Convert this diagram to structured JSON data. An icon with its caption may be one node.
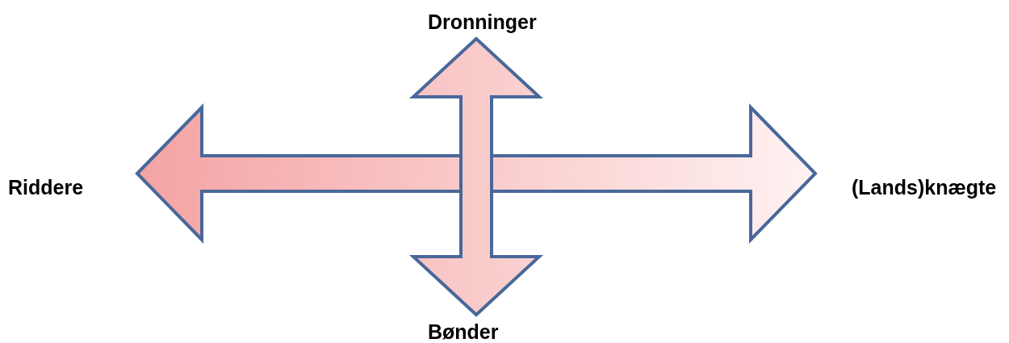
{
  "diagram": {
    "nodes": [
      {
        "text": [
          "Dronninger"
        ]
      },
      {
        "text": [
          "Riddere"
        ]
      },
      {
        "text": [
          "(Lands)knægte"
        ]
      },
      {
        "text": [
          "Bønder"
        ]
      }
    ],
    "edges": [
      {
        "from": 1,
        "to": 2,
        "arrow": "both"
      },
      {
        "from": 0,
        "to": 3,
        "arrow": "both"
      }
    ]
  }
}
